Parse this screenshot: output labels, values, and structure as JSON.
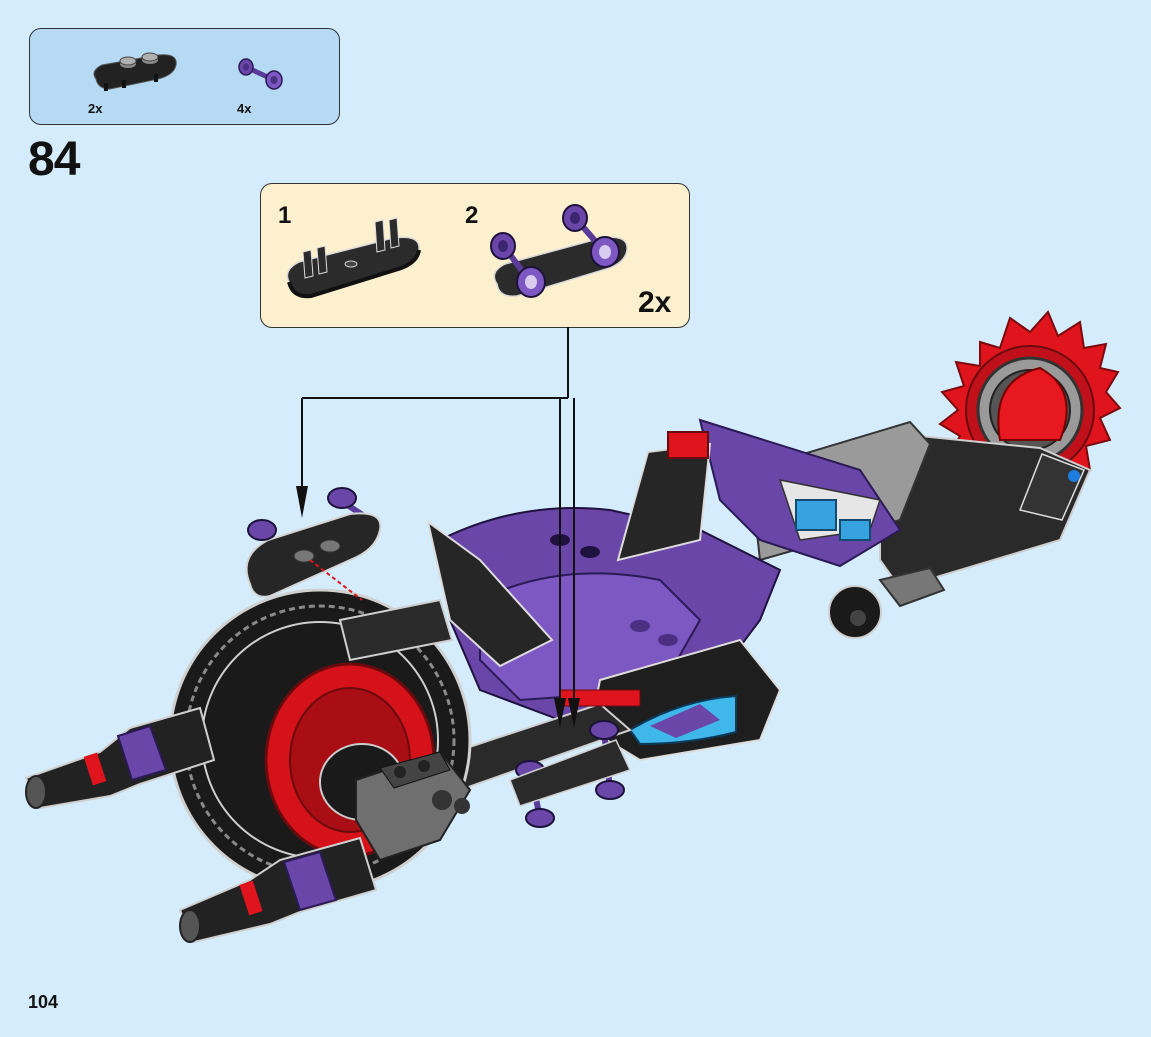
{
  "parts_list": {
    "items": [
      {
        "icon": "plate-2-studs-icon",
        "quantity": "2x"
      },
      {
        "icon": "purple-wheel-pin-icon",
        "quantity": "4x"
      }
    ]
  },
  "step": {
    "number": "84"
  },
  "sub_assembly": {
    "steps": [
      {
        "number": "1"
      },
      {
        "number": "2"
      }
    ],
    "multiplier": "2x"
  },
  "page": {
    "number": "104"
  },
  "colors": {
    "background": "#d4ecfb",
    "parts_box": "#b6d9f4",
    "sub_box": "#fdf0cf",
    "purple": "#6a46a8",
    "red": "#e0141c",
    "black": "#262626"
  }
}
